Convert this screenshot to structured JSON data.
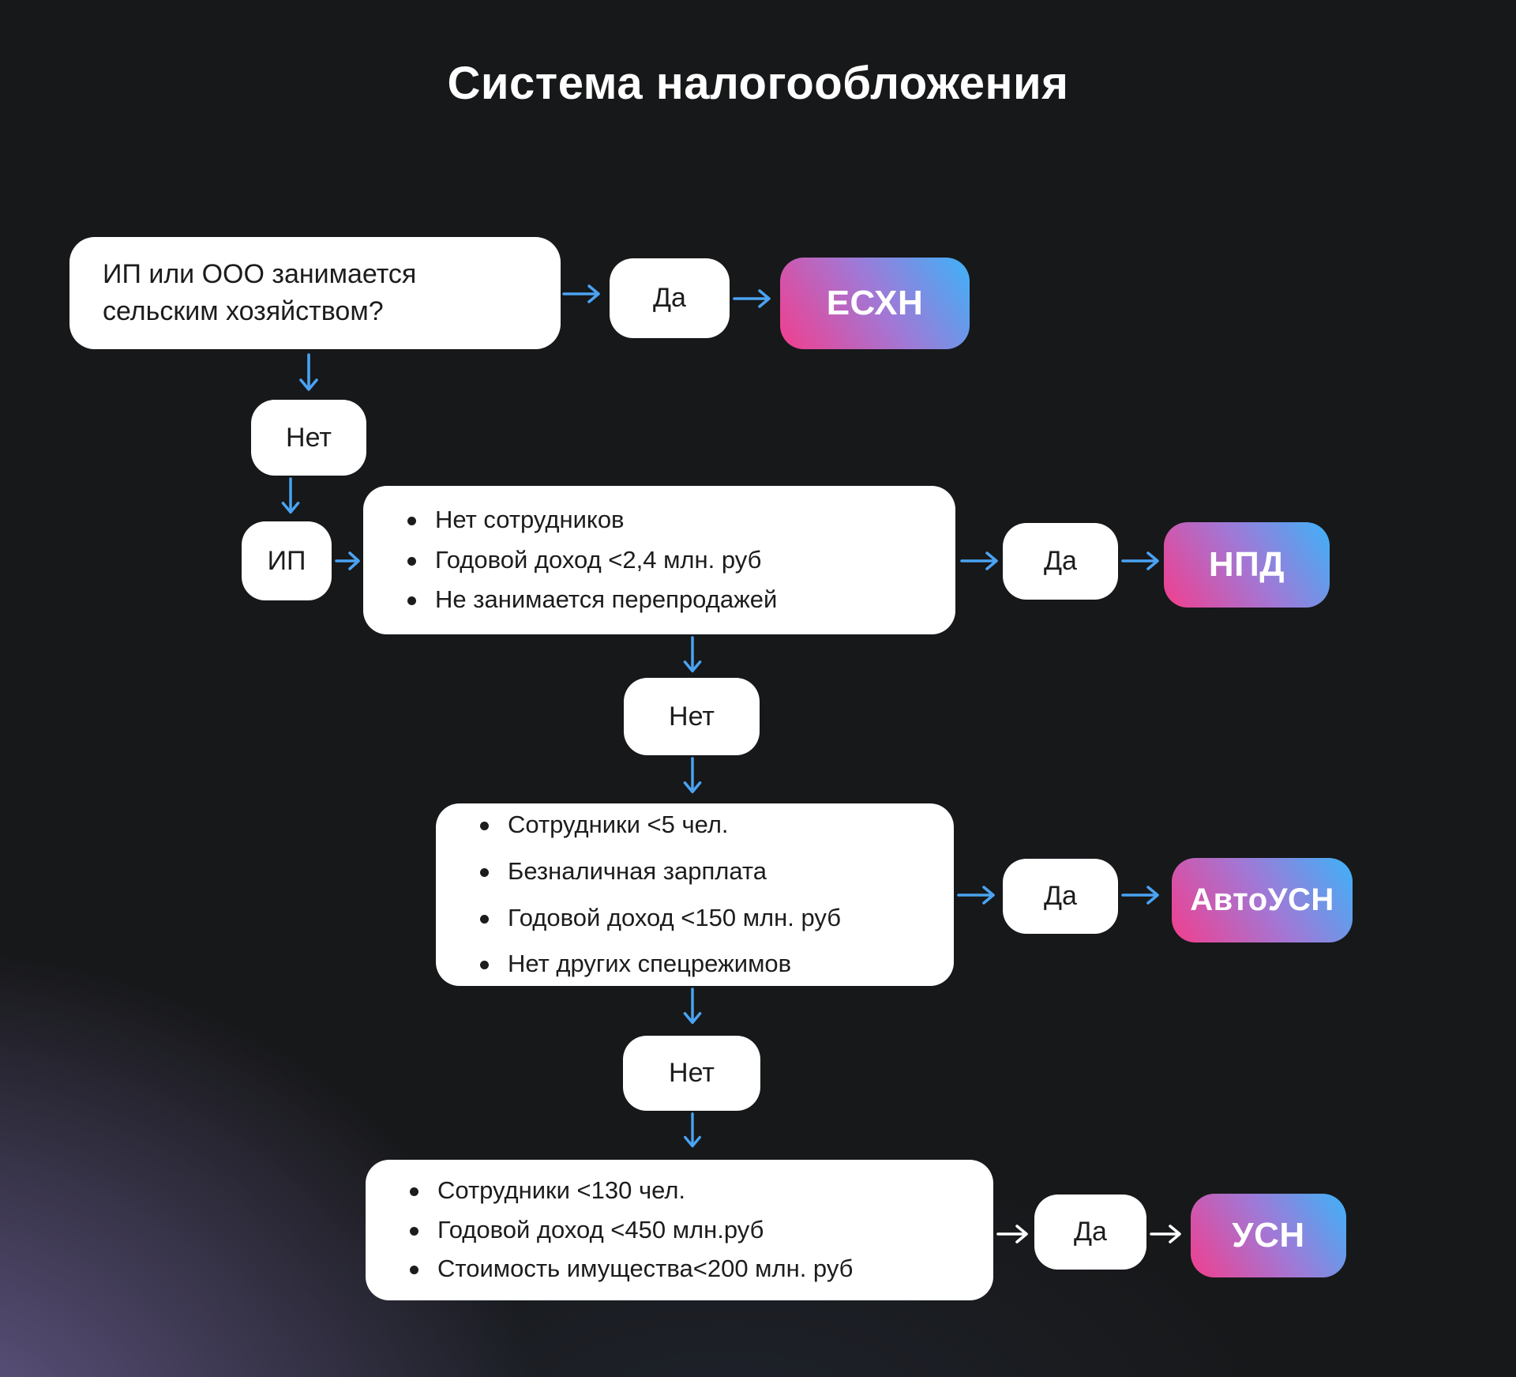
{
  "title": "Система налогообложения",
  "colors": {
    "arrow_blue": "#4aa3f2",
    "arrow_white": "#ffffff",
    "grad_pink": "#f23e8d",
    "grad_purple": "#a178d6",
    "grad_blue": "#3eb2f8",
    "bg_base": "#17181a",
    "box_bg": "#ffffff",
    "text_dark": "#1c1c1e"
  },
  "flow": {
    "question": "ИП или ООО занимается сельским хозяйством?",
    "yes_label": "Да",
    "no_label": "Нет",
    "ip_label": "ИП",
    "results": {
      "eshn": "ЕСХН",
      "npd": "НПД",
      "autousn": "АвтоУСН",
      "usn": "УСН"
    },
    "criteria_npd": [
      "Нет сотрудников",
      "Годовой доход <2,4 млн. руб",
      "Не занимается перепродажей"
    ],
    "criteria_autousn": [
      "Сотрудники <5 чел.",
      "Безналичная зарплата",
      "Годовой доход <150 млн. руб",
      "Нет других спецрежимов"
    ],
    "criteria_usn": [
      "Сотрудники <130 чел.",
      "Годовой доход <450 млн.руб",
      "Стоимость имущества<200 млн. руб"
    ]
  }
}
